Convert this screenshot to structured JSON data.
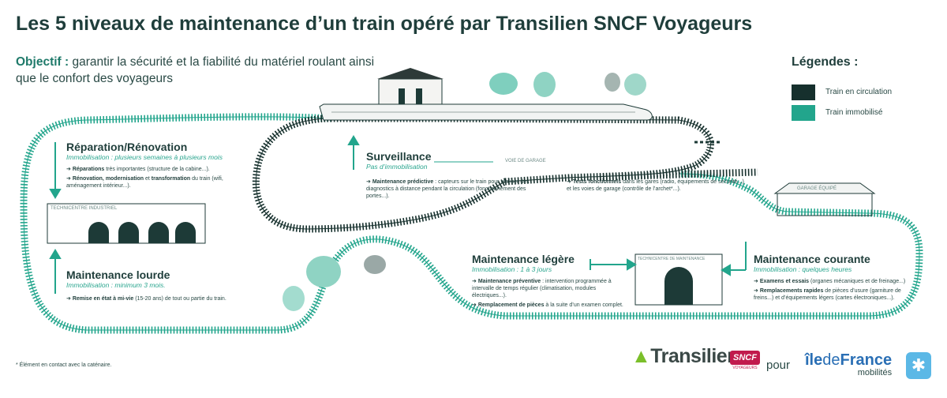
{
  "title": "Les 5 niveaux de maintenance d’un train opéré par Transilien SNCF Voyageurs",
  "objective": {
    "label": "Objectif :",
    "text": "garantir la sécurité et la fiabilité du matériel roulant ainsi que le confort des voyageurs"
  },
  "legend": {
    "title": "Légendes :",
    "items": [
      {
        "label": "Train en circulation",
        "color": "#16302d"
      },
      {
        "label": "Train immobilisé",
        "color": "#22a58c"
      }
    ]
  },
  "levels": {
    "reparation": {
      "title": "Réparation/Rénovation",
      "immobilisation": "Immobilisation : plusieurs semaines à plusieurs mois",
      "b1_strong": "Réparations",
      "b1_rest": " très importantes (structure de la cabine...).",
      "b2_strong": "Rénovation, modernisation",
      "b2_mid": " et ",
      "b2_strong2": "transformation",
      "b2_rest": " du train (wifi, aménagement intérieur...)."
    },
    "lourde": {
      "title": "Maintenance lourde",
      "immobilisation": "Immobilisation : minimum 3 mois.",
      "b1_strong": "Remise en état à mi-vie",
      "b1_rest": " (15-20 ans) de tout ou partie du train."
    },
    "surveillance": {
      "title": "Surveillance",
      "immobilisation": "Pas d’immobilisation",
      "b1_strong": "Maintenance prédictive",
      "b1_rest": " : capteurs sur le train pour réaliser des diagnostics à distance pendant la circulation (fonctionnement des portes...).",
      "b2_strong": "Tests fonctionnels",
      "b2_rest": " dans les gares (radio, équipements de sécurité...) et les voies de garage (contrôle de l’archet*...)."
    },
    "legere": {
      "title": "Maintenance légère",
      "immobilisation": "Immobilisation : 1 à 3 jours",
      "b1_strong": "Maintenance préventive",
      "b1_rest": " : intervention programmée à intervalle de temps régulier (climatisation, modules électriques...).",
      "b2_strong": "Remplacement de pièces",
      "b2_rest": " à la suite d’un examen complet."
    },
    "courante": {
      "title": "Maintenance courante",
      "immobilisation": "Immobilisation : quelques heures",
      "b1_strong": "Examens et essais",
      "b1_rest": " (organes mécaniques et de freinage...)",
      "b2_strong": "Remplacements rapides",
      "b2_rest": " de pièces d’usure (garniture de freins...) et d’équipements légers (cartes électroniques...)."
    }
  },
  "places": {
    "technicentre_industriel": "TECHNICENTRE INDUSTRIEL",
    "voie_de_garage": "VOIE DE GARAGE",
    "garage_equipe": "GARAGE ÉQUIPÉ",
    "technicentre_maintenance": "TECHNICENTRE DE MAINTENANCE"
  },
  "footnote": "* Élément en contact avec la caténaire.",
  "brand": {
    "transilien": "Transilien",
    "sncf": "SNCF",
    "voyageurs": "VOYAGEURS",
    "pour": "pour",
    "idf_a": "île",
    "idf_b": "de",
    "idf_c": "France",
    "mobilites": "mobilités"
  }
}
